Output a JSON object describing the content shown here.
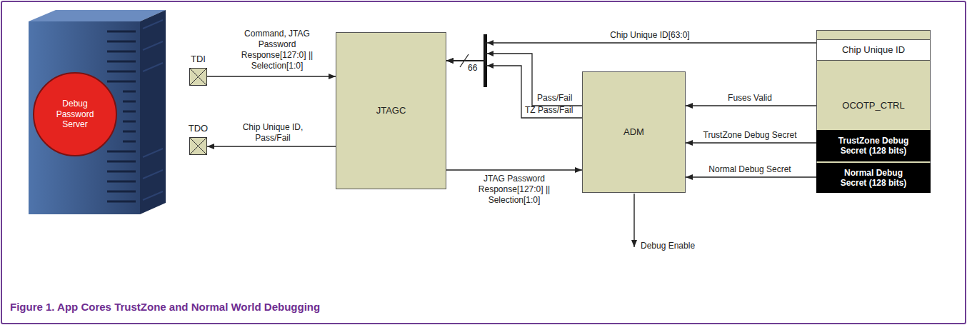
{
  "diagram": {
    "caption": "Figure 1. App Cores TrustZone and Normal World Debugging",
    "nodes": [
      {
        "text": [
          "Debug Password Server"
        ]
      },
      {
        "text": [
          "TDI"
        ]
      },
      {
        "text": [
          "TDO"
        ]
      },
      {
        "text": [
          "JTAGC"
        ]
      },
      {
        "text": [
          "ADM"
        ]
      },
      {
        "text": [
          "OCOTP_CTRL"
        ]
      },
      {
        "text": [
          "Chip Unique ID"
        ],
        "in": 5
      },
      {
        "text": [
          "TrustZone Debug Secret (128 bits)"
        ],
        "in": 5
      },
      {
        "text": [
          "Normal Debug Secret (128 bits)"
        ],
        "in": 5
      }
    ],
    "edges": [
      {
        "from": 1,
        "to": 3,
        "label": "Command, JTAG Password Response[127:0] || Selection[1:0]",
        "arrow": "to"
      },
      {
        "from": 3,
        "to": 2,
        "label": "Chip Unique ID, Pass/Fail",
        "arrow": "to"
      },
      {
        "from": 6,
        "to": 3,
        "label": "Chip Unique ID[63:0]",
        "arrow": "to"
      },
      {
        "from": 4,
        "to": 3,
        "label": "Pass/Fail",
        "arrow": "to"
      },
      {
        "from": 4,
        "to": 3,
        "label": "TZ Pass/Fail",
        "arrow": "to"
      },
      {
        "from": 5,
        "to": 4,
        "label": "Fuses Valid",
        "arrow": "to"
      },
      {
        "from": 7,
        "to": 4,
        "label": "TrustZone Debug Secret",
        "arrow": "to"
      },
      {
        "from": 8,
        "to": 4,
        "label": "Normal Debug Secret",
        "arrow": "to"
      },
      {
        "from": 3,
        "to": 4,
        "label": "JTAG Password Response[127:0] || Selection[1:0]",
        "arrow": "to"
      }
    ],
    "labels": [
      "66",
      "Debug Enable"
    ]
  }
}
